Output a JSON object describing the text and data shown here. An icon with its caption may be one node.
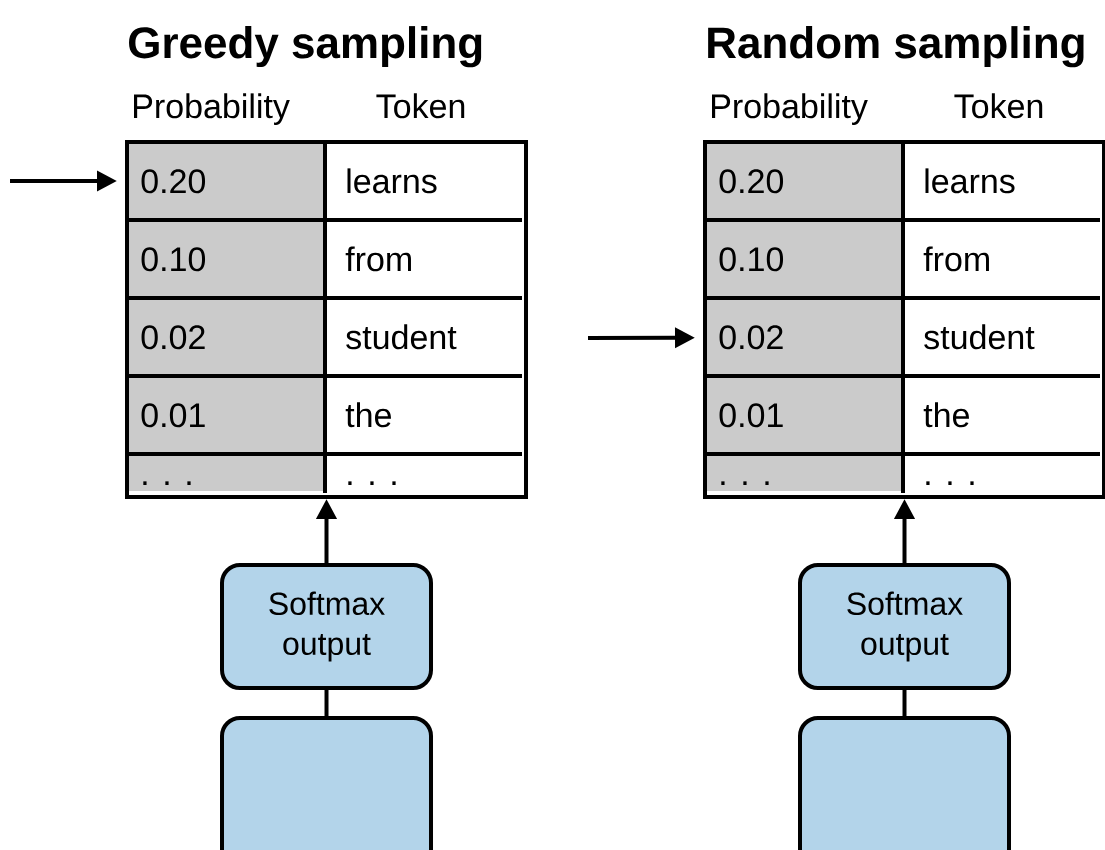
{
  "diagram": {
    "nodes": [
      {
        "text": [
          "Probability",
          "Token"
        ]
      },
      {
        "text": [
          "0.20",
          "learns"
        ],
        "in": 0
      },
      {
        "text": [
          "0.10",
          "from"
        ],
        "in": 0
      },
      {
        "text": [
          "0.02",
          "student"
        ],
        "in": 0
      },
      {
        "text": [
          "0.01",
          "the"
        ],
        "in": 0
      },
      {
        "text": [
          ". . .",
          ". . ."
        ],
        "in": 0
      },
      {
        "text": [
          "Softmax output"
        ]
      },
      {
        "text": [],
        "shape": "box"
      },
      {
        "text": [
          "Probability",
          "Token"
        ]
      },
      {
        "text": [
          "0.20",
          "learns"
        ],
        "in": 8
      },
      {
        "text": [
          "0.10",
          "from"
        ],
        "in": 8
      },
      {
        "text": [
          "0.02",
          "student"
        ],
        "in": 8
      },
      {
        "text": [
          "0.01",
          "the"
        ],
        "in": 8
      },
      {
        "text": [
          ". . .",
          ". . ."
        ],
        "in": 8
      },
      {
        "text": [
          "Softmax output"
        ]
      },
      {
        "text": [],
        "shape": "box"
      }
    ],
    "edges": [
      {
        "from": null,
        "to": 1,
        "arrow": "to"
      },
      {
        "from": 6,
        "to": 0,
        "arrow": "to"
      },
      {
        "from": 7,
        "to": 6,
        "arrow": "none"
      },
      {
        "from": null,
        "to": 11,
        "arrow": "to"
      },
      {
        "from": 14,
        "to": 8,
        "arrow": "to"
      },
      {
        "from": 15,
        "to": 14,
        "arrow": "none"
      }
    ],
    "labels": [
      "Greedy sampling",
      "Random sampling"
    ]
  }
}
